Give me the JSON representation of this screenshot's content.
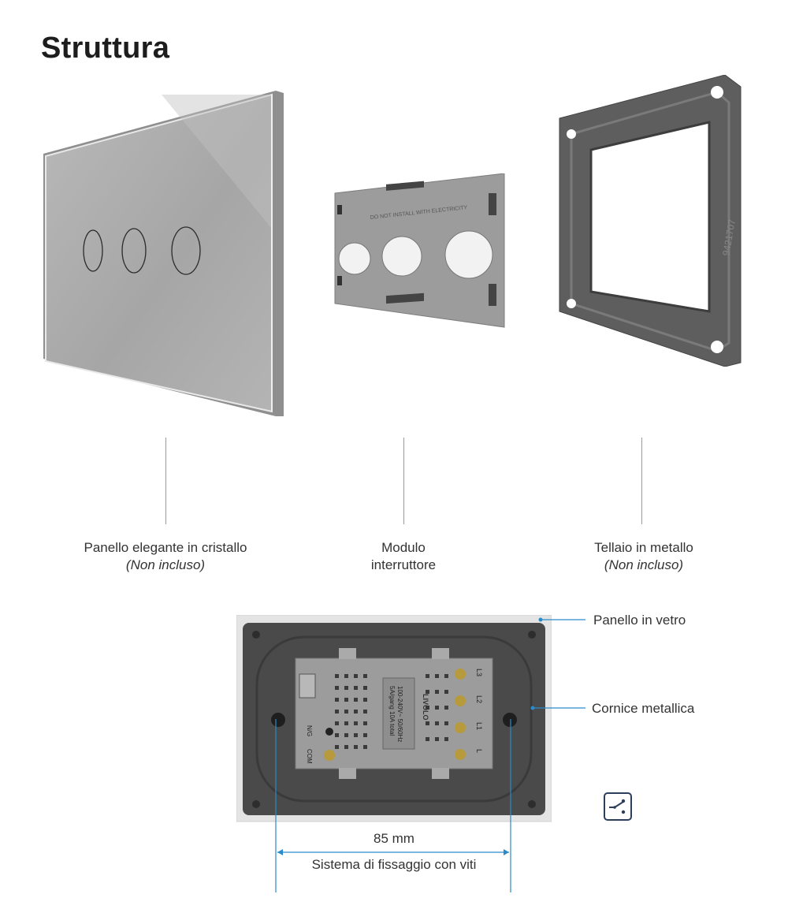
{
  "page": {
    "title": "Struttura"
  },
  "components": [
    {
      "label": "Panello elegante in cristallo",
      "note": "(Non incluso)"
    },
    {
      "label": "Modulo",
      "label2": "interruttore"
    },
    {
      "label": "Tellaio in metallo",
      "note": "(Non incluso)"
    }
  ],
  "module_print": {
    "warning": "DO NOT INSTALL WITH ELECTRICITY",
    "brand": "LIVOLO",
    "frame_code": "9421707"
  },
  "back_view": {
    "labels": {
      "glass_panel": "Panello in vetro",
      "metal_frame": "Cornice metallica",
      "dimension": "85 mm",
      "fixing": "Sistema di fissaggio con viti"
    },
    "module_text": {
      "rating": "100-240V~ 50/60Hz",
      "load": "5A/gang 10A total",
      "terminals": [
        "L3",
        "L2",
        "L1",
        "L"
      ],
      "com": "COM",
      "ne": "N/G",
      "brand": "LIVOLO"
    }
  },
  "colors": {
    "accent": "#2a8bc9",
    "icon": "#2c3e59",
    "glass": "#a9a9a9",
    "frame": "#5a5a5a"
  },
  "icons": [
    "two-way-switch-icon"
  ]
}
